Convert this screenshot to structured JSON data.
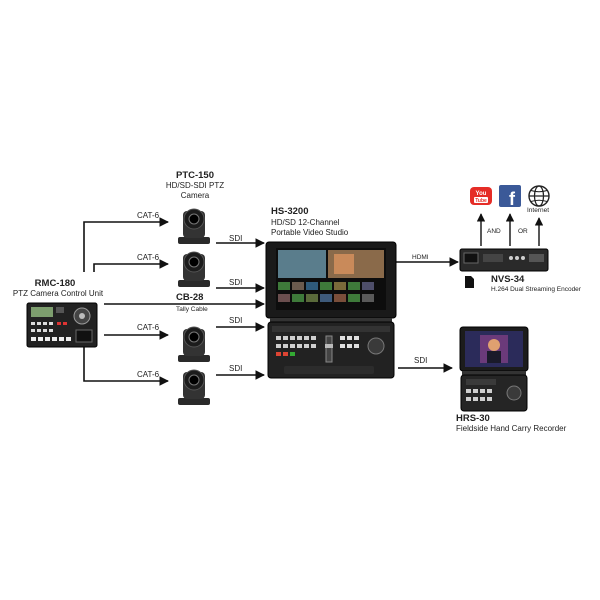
{
  "devices": {
    "rmc180": {
      "name": "RMC-180",
      "desc": "PTZ Camera Control Unit"
    },
    "ptc150": {
      "name": "PTC-150",
      "desc_line1": "HD/SD-SDI PTZ",
      "desc_line2": "Camera"
    },
    "cb28": {
      "name": "CB-28",
      "desc": "Tally Cable"
    },
    "hs3200": {
      "name": "HS-3200",
      "desc_line1": "HD/SD 12-Channel",
      "desc_line2": "Portable Video Studio"
    },
    "nvs34": {
      "name": "NVS-34",
      "desc": "H.264 Dual Streaming Encoder"
    },
    "hrs30": {
      "name": "HRS-30",
      "desc": "Fieldside Hand Carry Recorder"
    }
  },
  "connections": {
    "cat6": [
      "CAT-6",
      "CAT-6",
      "CAT-6",
      "CAT-6"
    ],
    "sdi": [
      "SDI",
      "SDI",
      "SDI",
      "SDI",
      "SDI"
    ],
    "hdmi": "HDMI",
    "and": "AND",
    "or": "OR"
  },
  "services": {
    "internet": "Internet",
    "youtube_text": "You",
    "youtube_text2": "Tube",
    "facebook_text": "f"
  },
  "colors": {
    "line": "#111111",
    "youtube": "#e52d27",
    "facebook": "#3b5998",
    "screen_green": "#3e7a3a"
  }
}
